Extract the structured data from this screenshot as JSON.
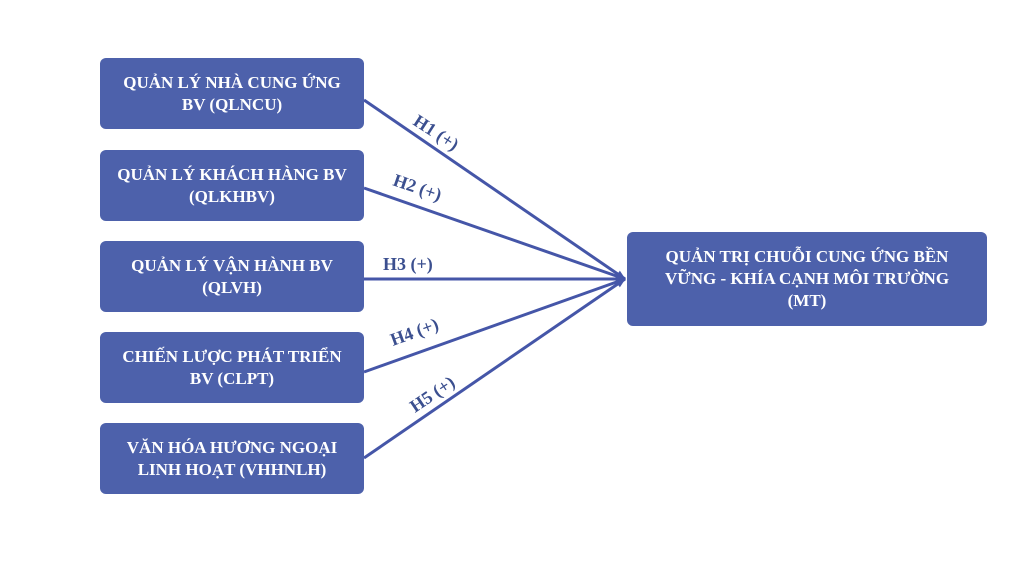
{
  "colors": {
    "node_fill": "#4d61ab",
    "node_text": "#ffffff",
    "edge": "#4556a8",
    "label": "#3b4f8f"
  },
  "sources": [
    {
      "line1": "QUẢN LÝ NHÀ CUNG ỨNG",
      "line2": "BV (QLNCU)"
    },
    {
      "line1": "QUẢN LÝ KHÁCH HÀNG BV",
      "line2": "(QLKHBV)"
    },
    {
      "line1": "QUẢN LÝ VẬN HÀNH BV",
      "line2": "(QLVH)"
    },
    {
      "line1": "CHIẾN LƯỢC PHÁT TRIỂN",
      "line2": "BV (CLPT)"
    },
    {
      "line1": "VĂN HÓA HƯƠNG NGOẠI",
      "line2": "LINH HOẠT (VHHNLH)"
    }
  ],
  "target": {
    "line1": "QUẢN TRỊ CHUỖI CUNG ỨNG BỀN",
    "line2": "VỮNG - KHÍA CẠNH MÔI TRƯỜNG",
    "line3": "(MT)"
  },
  "hypotheses": [
    "H1 (+)",
    "H2 (+)",
    "H3 (+)",
    "H4 (+)",
    "H5 (+)"
  ]
}
